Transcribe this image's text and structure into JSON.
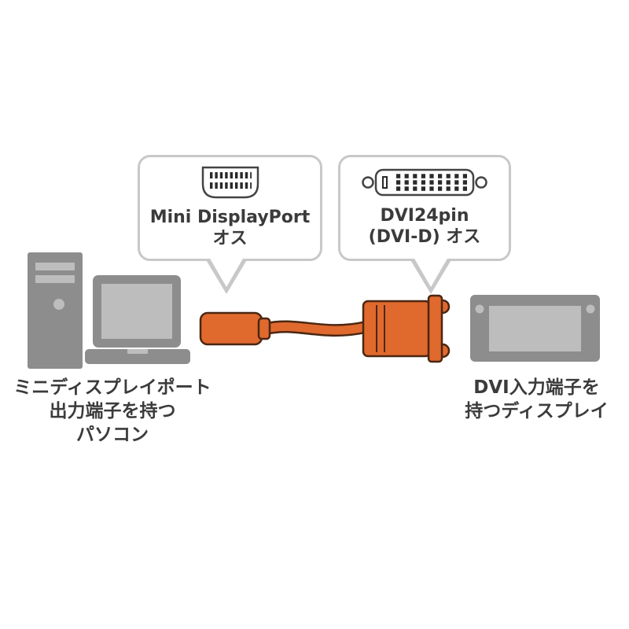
{
  "diagram": {
    "callouts": {
      "left": {
        "line1": "Mini DisplayPort",
        "line2": "オス"
      },
      "right": {
        "line1": "DVI24pin",
        "line2": "(DVI-D) オス"
      }
    },
    "captions": {
      "left": {
        "line1": "ミニディスプレイポート",
        "line2": "出力端子を持つ",
        "line3": "パソコン"
      },
      "right": {
        "line1": "DVI入力端子を",
        "line2": "持つディスプレイ"
      }
    },
    "icons": {
      "mini_displayport_connector": "mini-displayport-connector-icon",
      "dvi_connector": "dvi24pin-connector-icon",
      "desktop_tower": "desktop-tower-icon",
      "laptop": "laptop-icon",
      "monitor": "display-monitor-icon",
      "cable": "mini-dp-to-dvi-cable-graphic"
    },
    "colors": {
      "cable_orange": "#e0692e",
      "cable_outline": "#4a2711",
      "device_gray": "#8d8d8d",
      "device_light_gray": "#bdbdbd",
      "bubble_border": "#c8c8c8",
      "connector_outline": "#444444",
      "text": "#3b3b3b",
      "background": "#ffffff"
    }
  }
}
